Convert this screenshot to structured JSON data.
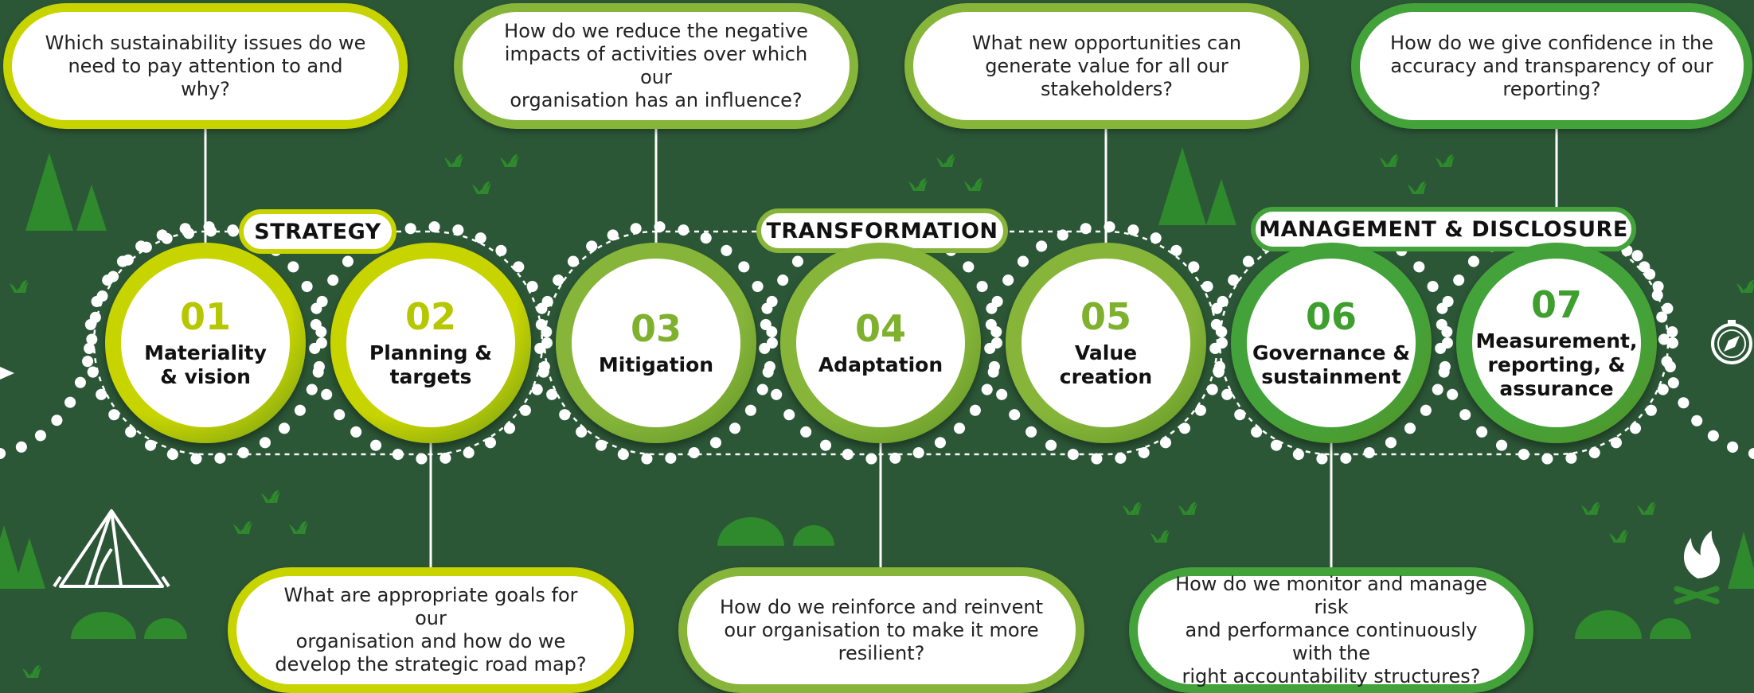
{
  "groups": [
    {
      "label": "STRATEGY"
    },
    {
      "label": "TRANSFORMATION"
    },
    {
      "label": "MANAGEMENT & DISCLOSURE"
    }
  ],
  "steps": [
    {
      "number": "01",
      "title_lines": [
        "Materiality",
        "& vision"
      ]
    },
    {
      "number": "02",
      "title_lines": [
        "Planning &",
        "targets"
      ]
    },
    {
      "number": "03",
      "title_lines": [
        "Mitigation"
      ]
    },
    {
      "number": "04",
      "title_lines": [
        "Adaptation"
      ]
    },
    {
      "number": "05",
      "title_lines": [
        "Value",
        "creation"
      ]
    },
    {
      "number": "06",
      "title_lines": [
        "Governance &",
        "sustainment"
      ]
    },
    {
      "number": "07",
      "title_lines": [
        "Measurement,",
        "reporting, &",
        "assurance"
      ]
    }
  ],
  "questions": [
    {
      "step": "01",
      "lines": [
        "Which sustainability issues do we",
        "need to pay attention to and why?"
      ]
    },
    {
      "step": "02",
      "lines": [
        "What are appropriate goals for our",
        "organisation and how do we",
        "develop the strategic road map?"
      ]
    },
    {
      "step": "03",
      "lines": [
        "How do we reduce the negative",
        "impacts of activities over which our",
        "organisation has an influence?"
      ]
    },
    {
      "step": "04",
      "lines": [
        "How do we reinforce and reinvent",
        "our organisation to make it more",
        "resilient?"
      ]
    },
    {
      "step": "05",
      "lines": [
        "What new opportunities can",
        "generate value for all our",
        "stakeholders?"
      ]
    },
    {
      "step": "06",
      "lines": [
        "How do we monitor and manage risk",
        "and performance continuously with the",
        "right accountability structures?"
      ]
    },
    {
      "step": "07",
      "lines": [
        "How do we give confidence in the",
        "accuracy and transparency of our",
        "reporting?"
      ]
    }
  ],
  "colors": {
    "background": "#2c5737",
    "decoration": "#2e8a2c",
    "lime": "#c8d400",
    "olive": "#86b53a",
    "green": "#43a33a"
  },
  "icons": [
    "tent-icon",
    "tree-icon",
    "bush-icon",
    "grass-icon",
    "campfire-icon",
    "compass-icon",
    "arrow-icon"
  ]
}
